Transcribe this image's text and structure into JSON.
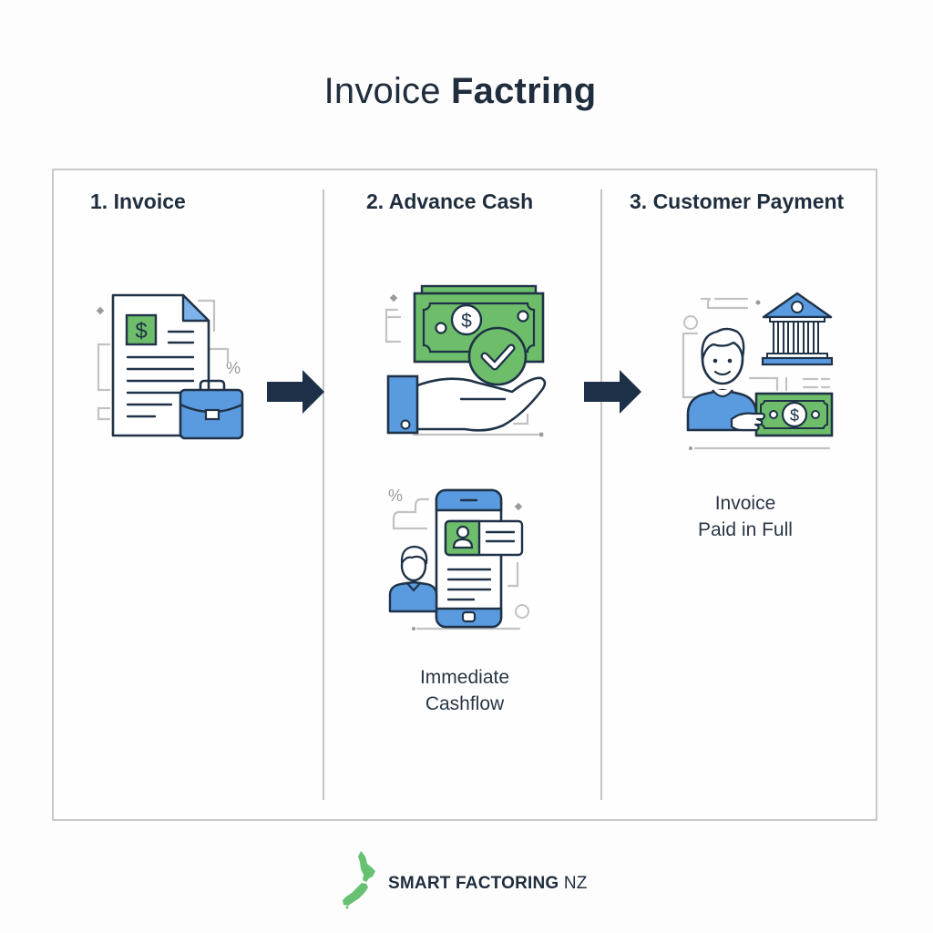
{
  "header": {
    "title_light": "Invoice",
    "title_bold": "Factring"
  },
  "steps": [
    {
      "label": "1. Invoice",
      "icons": [
        "invoice-document-icon",
        "briefcase-icon",
        "dollar-icon",
        "percent-icon"
      ],
      "decor_text": "%"
    },
    {
      "label": "2. Advance Cash",
      "icons": [
        "cash-in-hand-icon",
        "checkmark-icon",
        "mobile-profile-icon",
        "person-icon"
      ],
      "caption_line1": "Immediate",
      "caption_line2": "Cashflow",
      "decor_text": "%"
    },
    {
      "label": "3. Customer Payment",
      "icons": [
        "bank-icon",
        "person-holding-cash-icon",
        "dollar-bill-icon"
      ],
      "caption_line1": "Invoice",
      "caption_line2": "Paid in Full"
    }
  ],
  "arrows": [
    "arrow-right-icon",
    "arrow-right-icon"
  ],
  "brand": {
    "name_bold": "SMART FACTORING",
    "name_light": "NZ",
    "logo": "new-zealand-map-icon"
  },
  "colors": {
    "navy": "#1f3247",
    "green": "#6dbd6a",
    "blue": "#5a9be0",
    "light_blue": "#7db3ea",
    "gray": "#c4c4c4",
    "brand_green": "#66c173"
  }
}
